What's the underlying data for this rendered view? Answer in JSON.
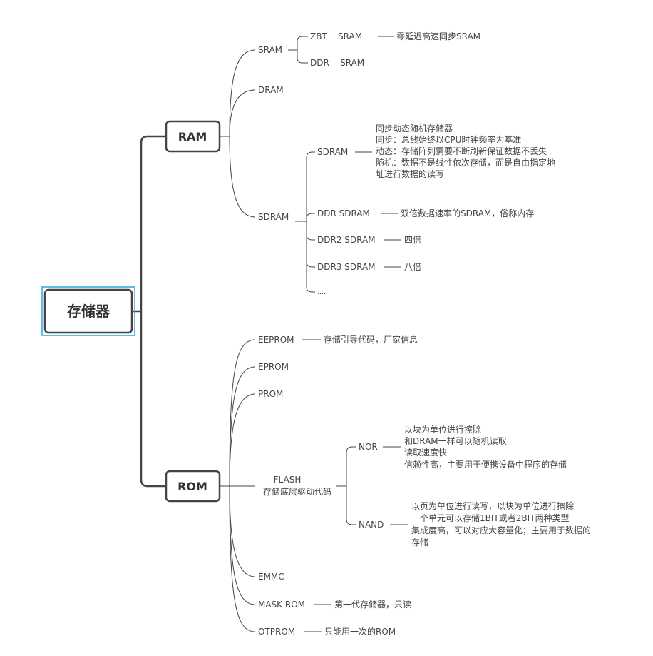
{
  "root": {
    "label": "存储器"
  },
  "ram": {
    "label": "RAM",
    "sram": {
      "label": "SRAM",
      "zbt": {
        "label": "ZBT    SRAM",
        "note": "零延迟高速同步SRAM"
      },
      "ddr": {
        "label": "DDR    SRAM"
      }
    },
    "dram": {
      "label": "DRAM"
    },
    "sdram_group": {
      "label": "SDRAM",
      "sdram": {
        "label": "SDRAM",
        "notes": [
          "同步动态随机存储器",
          "同步：总线始终以CPU时钟频率为基准",
          "动态：存储阵列需要不断刷新保证数据不丢失",
          "随机：数据不是线性依次存储，而是自由指定地",
          "址进行数据的读写"
        ]
      },
      "ddr_sdram": {
        "label": "DDR SDRAM",
        "note": "双倍数据速率的SDRAM，俗称内存"
      },
      "ddr2_sdram": {
        "label": "DDR2 SDRAM",
        "note": "四倍"
      },
      "ddr3_sdram": {
        "label": "DDR3 SDRAM",
        "note": "八倍"
      },
      "more": {
        "label": "……"
      }
    }
  },
  "rom": {
    "label": "ROM",
    "eeprom": {
      "label": "EEPROM",
      "note": "存储引导代码，厂家信息"
    },
    "eprom": {
      "label": "EPROM"
    },
    "prom": {
      "label": "PROM"
    },
    "flash": {
      "label_line1": "FLASH",
      "label_line2": "存储底层驱动代码",
      "nor": {
        "label": "NOR",
        "notes": [
          "以块为单位进行擦除",
          "和DRAM一样可以随机读取",
          "读取速度快",
          "信赖性高，主要用于便携设备中程序的存储"
        ]
      },
      "nand": {
        "label": "NAND",
        "notes": [
          "以页为单位进行读写，以块为单位进行擦除",
          "一个单元可以存储1BIT或者2BIT两种类型",
          "集成度高，可以对应大容量化；主要用于数据的",
          "存储"
        ]
      }
    },
    "emmc": {
      "label": "EMMC"
    },
    "mask_rom": {
      "label": "MASK ROM",
      "note": "第一代存储器，只读"
    },
    "otprom": {
      "label": "OTPROM",
      "note": "只能用一次的ROM"
    }
  },
  "colors": {
    "line": "#444444",
    "text": "#444444",
    "selection": "#29a9e0"
  }
}
